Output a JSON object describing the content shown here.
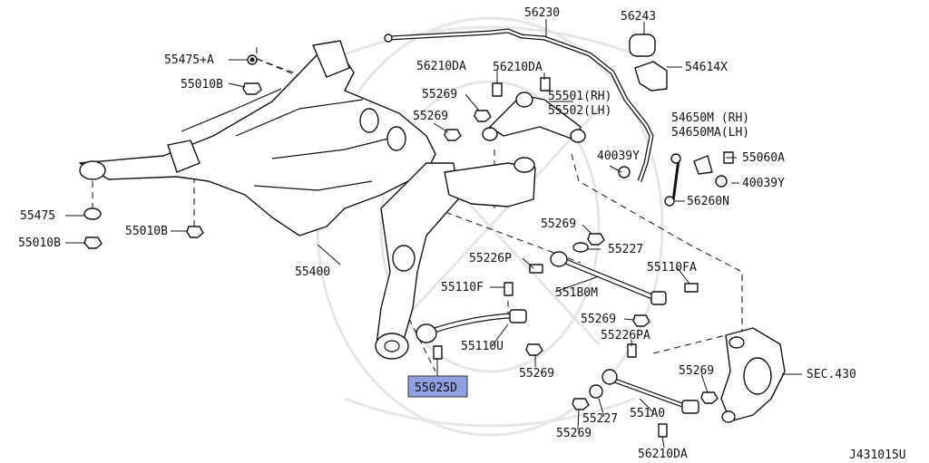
{
  "labels": {
    "p56230": "56230",
    "p56243": "56243",
    "p54614x": "54614X",
    "p55475a": "55475+A",
    "p55010b_top": "55010B",
    "p56210da_a": "56210DA",
    "p56210da_b": "56210DA",
    "p55269_a": "55269",
    "p55269_b": "55269",
    "p55501": "55501(RH)",
    "p55502": "55502(LH)",
    "p54650m": "54650M (RH)",
    "p54650ma": "54650MA(LH)",
    "p40039y_left": "40039Y",
    "p55060a": "55060A",
    "p40039y_right": "40039Y",
    "p56260n": "56260N",
    "p55475": "55475",
    "p55010b_left": "55010B",
    "p55010b_mid": "55010B",
    "p55269_c": "55269",
    "p55227_top": "55227",
    "p55400": "55400",
    "p55226p": "55226P",
    "p55110fa": "55110FA",
    "p55110f": "55110F",
    "p551b0m": "551B0M",
    "p55269_d": "55269",
    "p55226pa": "55226PA",
    "p55110u": "55110U",
    "p55269_e": "55269",
    "p55269_f": "55269",
    "p55025d": "55025D",
    "p55227_bot": "55227",
    "p551a0": "551A0",
    "p55269_g": "55269",
    "p56210da_bot": "56210DA",
    "sec430": "SEC.430",
    "code": "J431015U"
  },
  "highlight_color": "#8f9fe0"
}
